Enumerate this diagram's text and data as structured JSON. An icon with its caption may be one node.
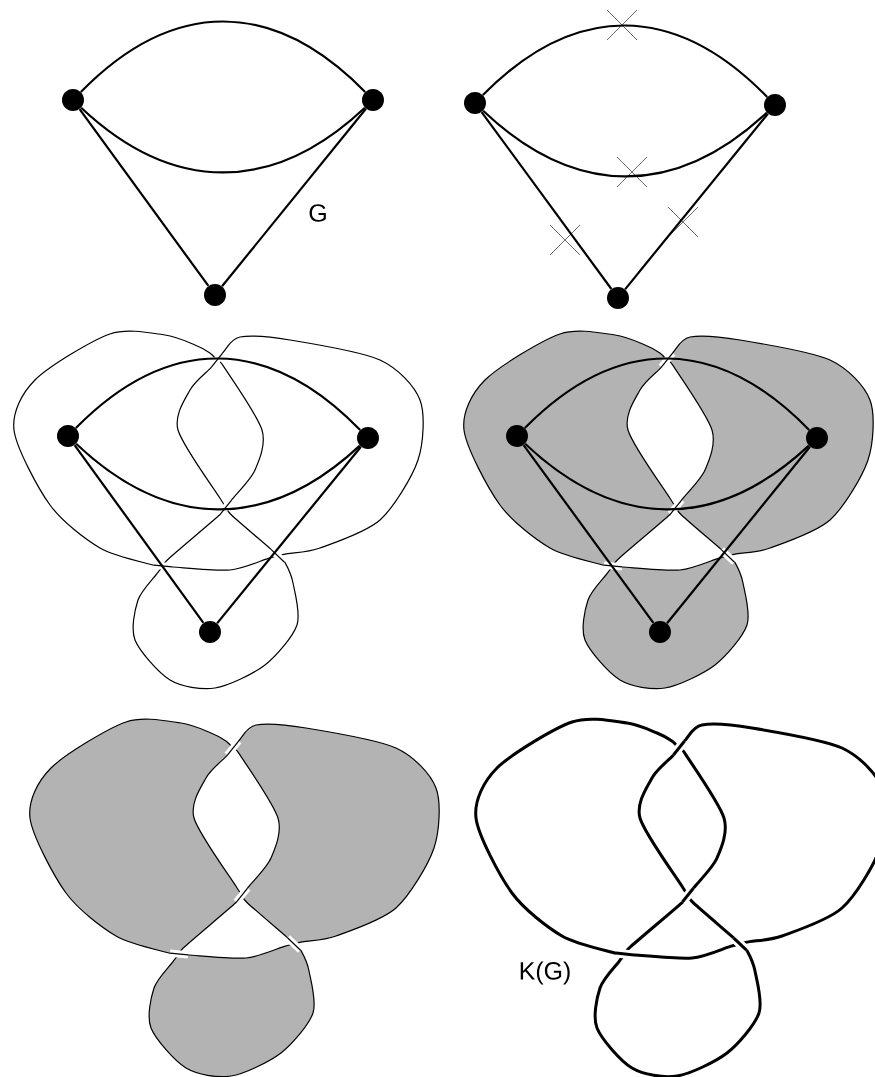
{
  "diagram": {
    "nodes": [
      {
        "text": [],
        "shape": "circle"
      },
      {
        "text": [],
        "shape": "circle"
      },
      {
        "text": [],
        "shape": "circle"
      },
      {
        "text": [],
        "shape": "circle"
      },
      {
        "text": [],
        "shape": "circle"
      },
      {
        "text": [],
        "shape": "circle"
      },
      {
        "text": [],
        "shape": "circle"
      },
      {
        "text": [],
        "shape": "circle"
      },
      {
        "text": [],
        "shape": "circle"
      },
      {
        "text": [],
        "shape": "circle"
      },
      {
        "text": [],
        "shape": "circle"
      },
      {
        "text": [],
        "shape": "circle"
      }
    ],
    "edges": [
      {
        "from": 0,
        "to": 1,
        "arrow": "none"
      },
      {
        "from": 0,
        "to": 1,
        "arrow": "none"
      },
      {
        "from": 0,
        "to": 2,
        "arrow": "none"
      },
      {
        "from": 1,
        "to": 2,
        "arrow": "none"
      },
      {
        "from": 3,
        "to": 4,
        "arrow": "none"
      },
      {
        "from": 3,
        "to": 4,
        "arrow": "none"
      },
      {
        "from": 3,
        "to": 5,
        "arrow": "none"
      },
      {
        "from": 4,
        "to": 5,
        "arrow": "none"
      },
      {
        "from": 6,
        "to": 7,
        "arrow": "none"
      },
      {
        "from": 6,
        "to": 7,
        "arrow": "none"
      },
      {
        "from": 6,
        "to": 8,
        "arrow": "none"
      },
      {
        "from": 7,
        "to": 8,
        "arrow": "none"
      },
      {
        "from": 9,
        "to": 10,
        "arrow": "none"
      },
      {
        "from": 9,
        "to": 10,
        "arrow": "none"
      },
      {
        "from": 9,
        "to": 11,
        "arrow": "none"
      },
      {
        "from": 10,
        "to": 11,
        "arrow": "none"
      }
    ],
    "labels": [
      "G",
      "K(G)"
    ]
  }
}
